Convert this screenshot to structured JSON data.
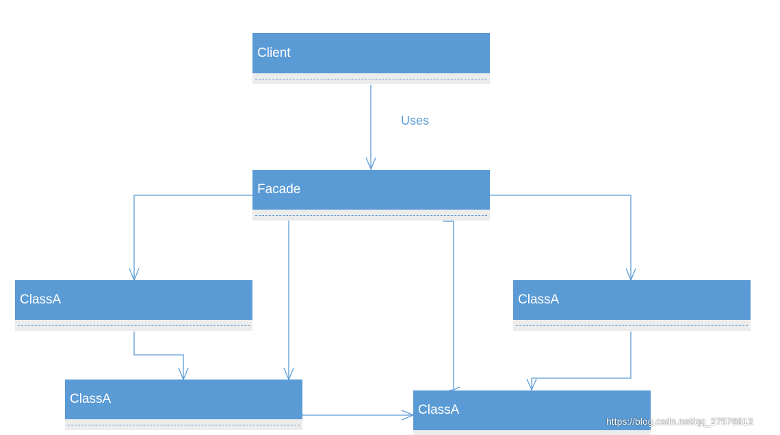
{
  "diagram": {
    "nodes": {
      "client": {
        "label": "Client"
      },
      "facade": {
        "label": "Facade"
      },
      "classA_left": {
        "label": "ClassA"
      },
      "classA_right": {
        "label": "ClassA"
      },
      "classA_bottom_left": {
        "label": "ClassA"
      },
      "classA_bottom_right": {
        "label": "ClassA"
      }
    },
    "edges": {
      "client_to_facade": {
        "label": "Uses"
      }
    },
    "colors": {
      "class_header": "#5b9bd5",
      "class_body": "#ececec",
      "connector": "#5b9bd5",
      "label_text": "#5b9bd5"
    }
  },
  "watermark": "https://blog.csdn.net/qq_27576813"
}
